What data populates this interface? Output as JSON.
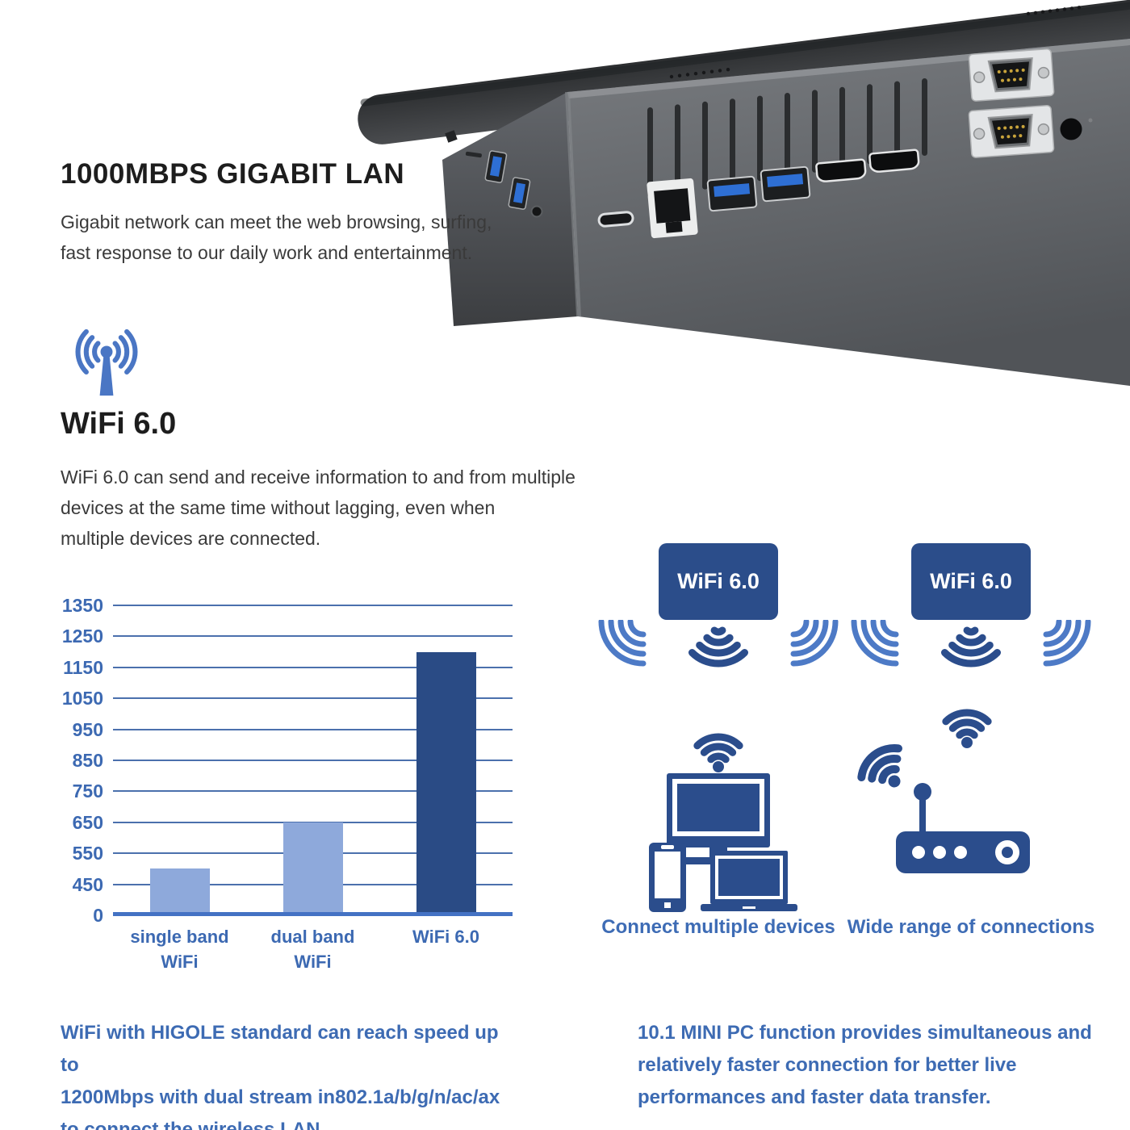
{
  "colors": {
    "accent_blue": "#3c69b2",
    "dark_blue": "#2b4d8c",
    "flank_blue": "#4d7ac6",
    "light_bar": "#8ea9db",
    "dark_bar": "#2a4b85",
    "grid_blue": "#4b70ad",
    "axis_blue": "#4472c4",
    "heading_text": "#1d1d1d",
    "body_text": "#3a3a3a",
    "badge_bg": "#2b4d8a",
    "badge_text": "#ffffff"
  },
  "gigabit_section": {
    "title": "1000MBPS GIGABIT LAN",
    "lines": [
      "Gigabit network can meet the web browsing, surfing,",
      "fast response to our daily work and entertainment."
    ]
  },
  "wifi_section": {
    "icon": "wifi-antenna-icon",
    "title": "WiFi 6.0",
    "lines": [
      "WiFi 6.0 can send and receive information to and from multiple",
      "devices at the same time without lagging, even when",
      "multiple devices are connected."
    ]
  },
  "chart_data": {
    "type": "bar",
    "title": "",
    "xlabel": "",
    "ylabel": "",
    "categories": [
      "single band WiFi",
      "dual band WiFi",
      "WiFi 6.0"
    ],
    "category_lines": [
      [
        "single band",
        "WiFi"
      ],
      [
        "dual band",
        "WiFi"
      ],
      [
        "WiFi 6.0"
      ]
    ],
    "values": [
      500,
      650,
      1200
    ],
    "bar_colors": [
      "#8ea9db",
      "#8ea9db",
      "#2a4b85"
    ],
    "yticks": [
      0,
      450,
      550,
      650,
      750,
      850,
      950,
      1050,
      1150,
      1250,
      1350
    ],
    "yticks_evenly_spaced": true,
    "ylim": [
      0,
      1350
    ],
    "grid": true,
    "legend": false
  },
  "features": [
    {
      "badge_label": "WiFi 6.0",
      "caption": "Connect multiple devices",
      "illustration": "monitor-phone-laptop"
    },
    {
      "badge_label": "WiFi 6.0",
      "caption": "Wide range of connections",
      "illustration": "wifi-router"
    }
  ],
  "footnotes": {
    "left_lines": [
      "WiFi with HIGOLE standard can reach speed up to",
      "1200Mbps with dual stream in802.1a/b/g/n/ac/ax",
      "to connect the wireless LAN."
    ],
    "right_lines": [
      "10.1 MINI PC function provides simultaneous and",
      "relatively faster connection for better live",
      "performances and faster data transfer."
    ]
  }
}
